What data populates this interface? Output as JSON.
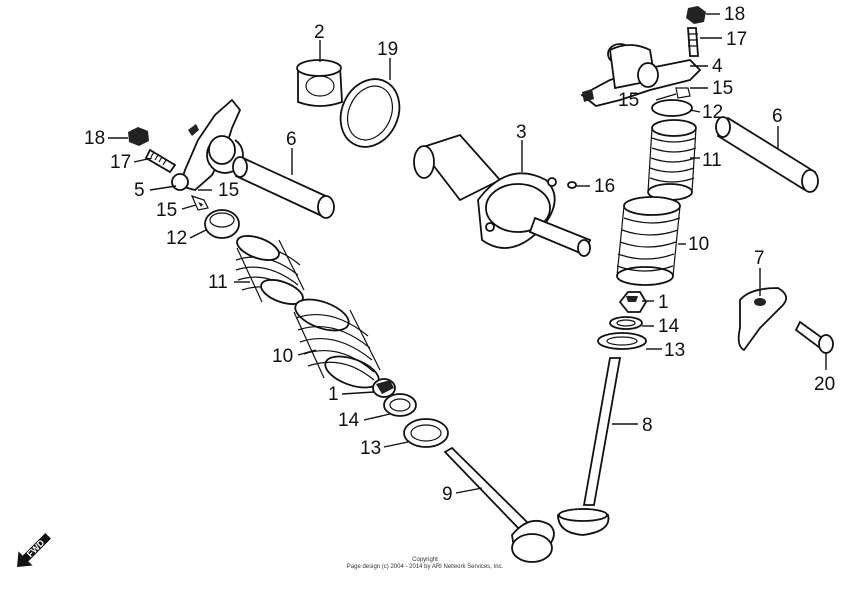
{
  "callouts": {
    "c1a": "1",
    "c1b": "1",
    "c2": "2",
    "c3": "3",
    "c4": "4",
    "c5": "5",
    "c6a": "6",
    "c6b": "6",
    "c7": "7",
    "c8": "8",
    "c9": "9",
    "c10a": "10",
    "c10b": "10",
    "c11a": "11",
    "c11b": "11",
    "c12a": "12",
    "c12b": "12",
    "c13a": "13",
    "c13b": "13",
    "c14a": "14",
    "c14b": "14",
    "c15a": "15",
    "c15b": "15",
    "c15c": "15",
    "c15d": "15",
    "c16": "16",
    "c17a": "17",
    "c17b": "17",
    "c18a": "18",
    "c18b": "18",
    "c19": "19",
    "c20": "20"
  },
  "fwd_label": "FWD",
  "copyright": {
    "line1": "Copyright",
    "line2": "Page design (c) 2004 - 2014 by ARI Network Services, Inc."
  }
}
